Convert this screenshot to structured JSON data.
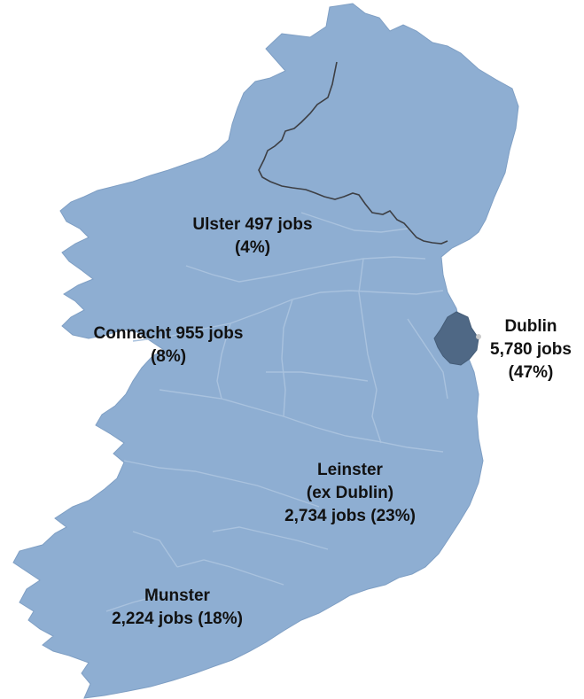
{
  "colors": {
    "land": "#8eaed2",
    "land_stroke": "#7f9fc4",
    "county_lines": "#a9c2de",
    "border_line": "#3d3f44",
    "dublin": "#4f6885",
    "label_text": "#111111",
    "background": "#ffffff"
  },
  "regions": {
    "ulster": {
      "line1": "Ulster 497 jobs",
      "line2": "(4%)",
      "jobs": 497,
      "percent": 4
    },
    "connacht": {
      "line1": "Connacht 955 jobs",
      "line2": "(8%)",
      "jobs": 955,
      "percent": 8
    },
    "dublin": {
      "line1": "Dublin",
      "line2": "5,780 jobs",
      "line3": "(47%)",
      "jobs": 5780,
      "percent": 47
    },
    "leinster": {
      "line1": "Leinster",
      "line2": "(ex Dublin)",
      "line3": "2,734 jobs (23%)",
      "jobs": 2734,
      "percent": 23
    },
    "munster": {
      "line1": "Munster",
      "line2": "2,224 jobs (18%)",
      "jobs": 2224,
      "percent": 18
    }
  }
}
